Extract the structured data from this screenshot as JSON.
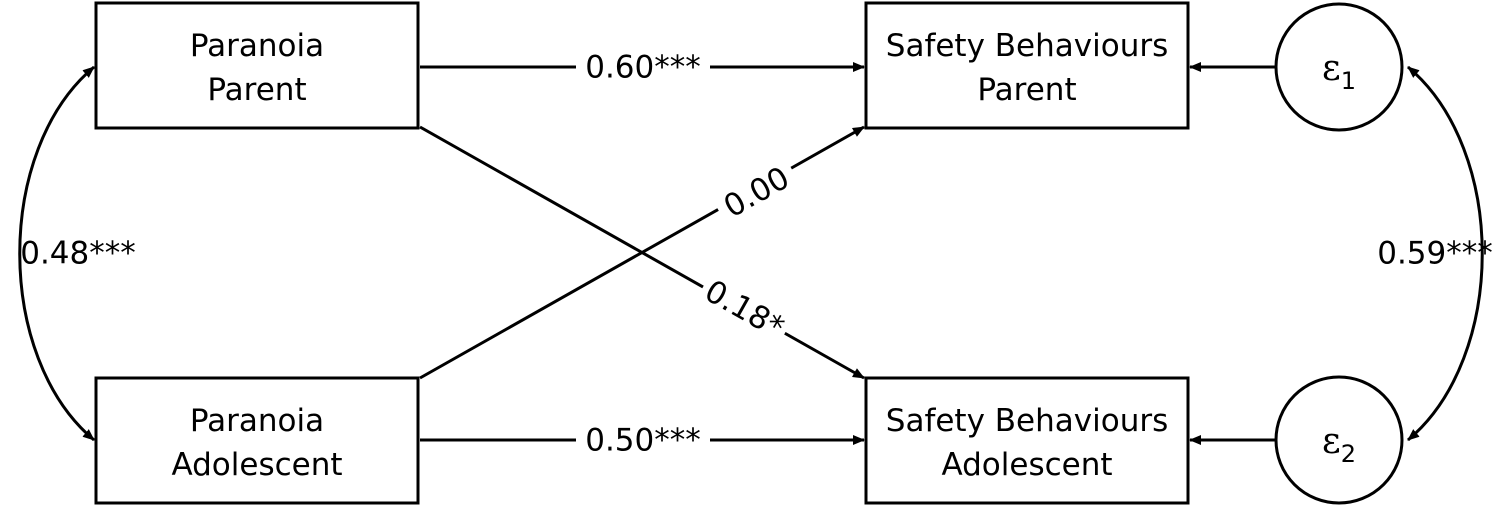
{
  "nodes": {
    "paranoia_parent": {
      "line1": "Paranoia",
      "line2": "Parent"
    },
    "paranoia_adolescent": {
      "line1": "Paranoia",
      "line2": "Adolescent"
    },
    "safety_parent": {
      "line1": "Safety Behaviours",
      "line2": "Parent"
    },
    "safety_adolescent": {
      "line1": "Safety Behaviours",
      "line2": "Adolescent"
    },
    "error1": {
      "symbol": "ε",
      "subscript": "1"
    },
    "error2": {
      "symbol": "ε",
      "subscript": "2"
    }
  },
  "paths": {
    "parent_to_parent": "0.60***",
    "adolescent_to_parent": "0.00",
    "parent_to_adolescent": "0.18*",
    "adolescent_to_adolescent": "0.50***",
    "covariance_paranoia": "0.48***",
    "covariance_errors": "0.59***"
  }
}
